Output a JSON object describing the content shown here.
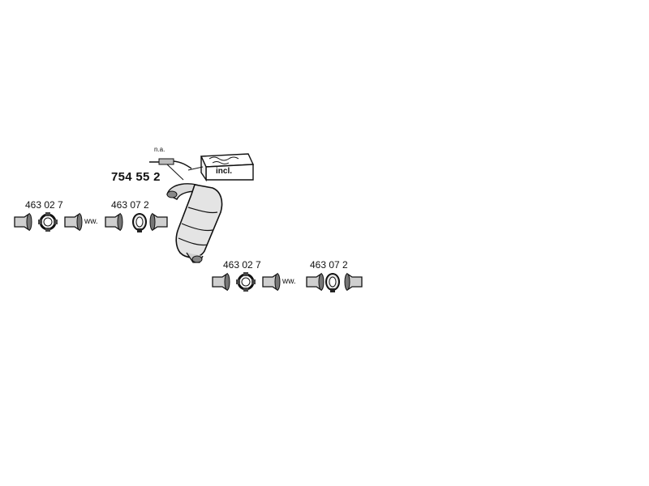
{
  "diagram": {
    "main_part": {
      "label": "754 55 2"
    },
    "sensor": {
      "label": "n.a."
    },
    "kit_box": {
      "label": "incl."
    },
    "upper_chain": {
      "clamp_label": "463 02 7",
      "ring_label": "463 07 2",
      "pipe_marker": "ww."
    },
    "lower_chain": {
      "clamp_label": "463 02 7",
      "ring_label": "463 07 2",
      "pipe_marker": "ww."
    }
  }
}
